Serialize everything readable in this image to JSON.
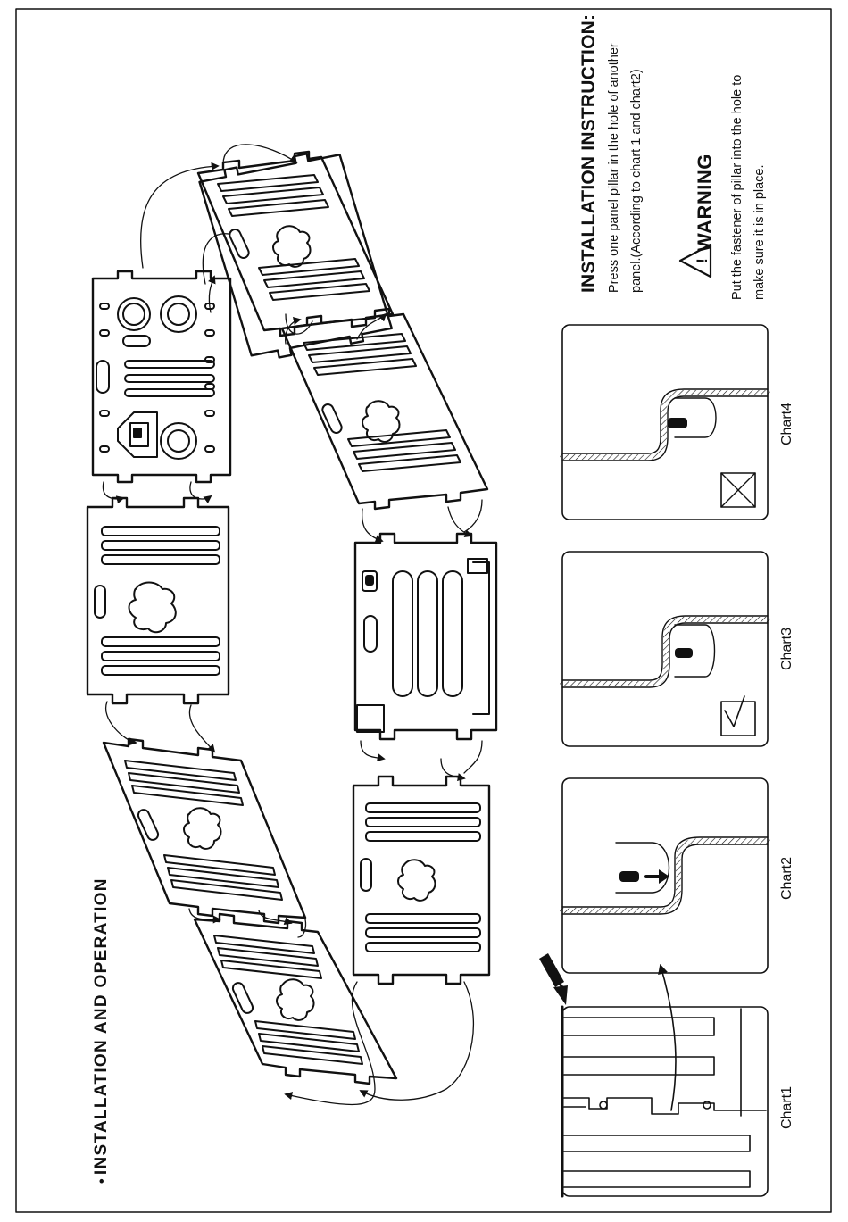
{
  "header": {
    "bullet": "•",
    "title": "INSTALLATION AND OPERATION"
  },
  "instruction": {
    "title": "INSTALLATION INSTRUCTION:",
    "body": "Press one panel pillar in the hole of another panel.(According to chart 1 and chart2)"
  },
  "warning": {
    "icon": "warning-triangle-icon",
    "title": "WARNING",
    "body": "Put the fastener of pillar into the hole to make sure it is in place."
  },
  "charts": [
    {
      "label": "Chart1"
    },
    {
      "label": "Chart2"
    },
    {
      "label": "Chart3"
    },
    {
      "label": "Chart4"
    }
  ]
}
